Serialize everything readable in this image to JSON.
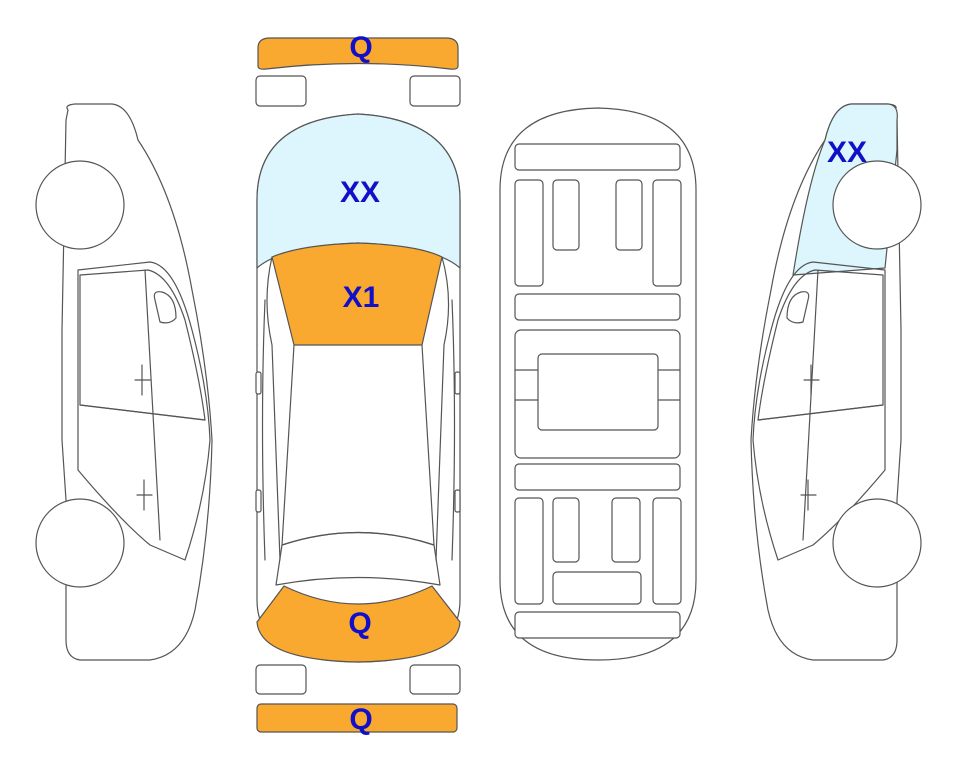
{
  "colors": {
    "severe": "#F9A830",
    "minor": "#DDF5FC",
    "label": "#1010C8",
    "outline": "#555555"
  },
  "labels": {
    "front_bumper": "Q",
    "hood": "XX",
    "windshield": "X1",
    "trunk": "Q",
    "rear_bumper": "Q",
    "right_side_front": "XX"
  }
}
